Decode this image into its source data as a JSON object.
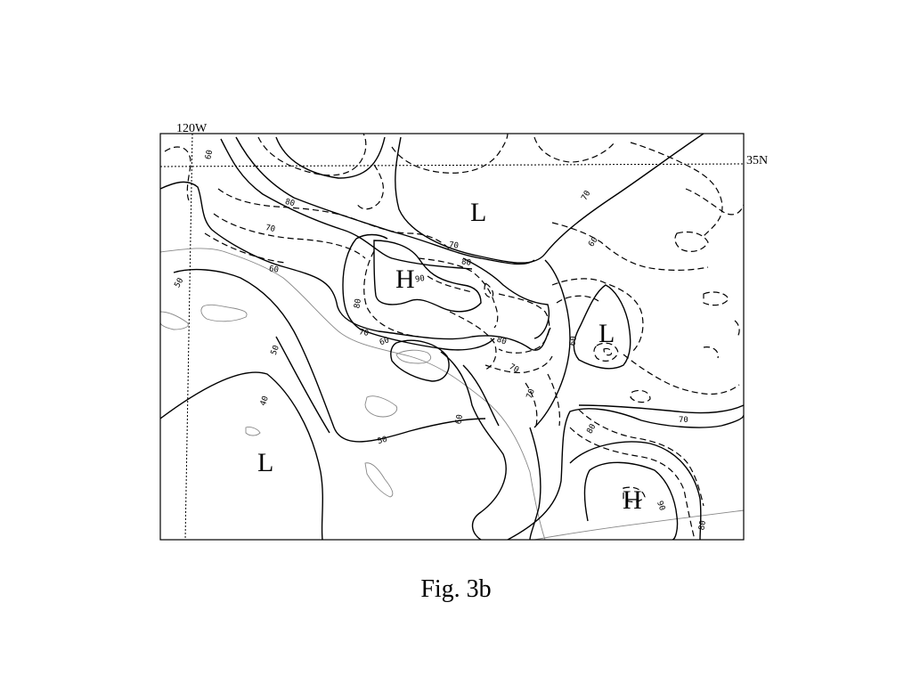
{
  "map": {
    "grid_labels": {
      "longitude": "120W",
      "latitude": "35N"
    },
    "pressure_centers": [
      {
        "symbol": "L"
      },
      {
        "symbol": "H"
      },
      {
        "symbol": "L"
      },
      {
        "symbol": "L"
      },
      {
        "symbol": "H"
      }
    ],
    "contour_labels": [
      "60",
      "80",
      "70",
      "60",
      "70",
      "80",
      "50",
      "90",
      "80",
      "70",
      "60",
      "70",
      "80",
      "50",
      "40",
      "70",
      "60",
      "70",
      "80",
      "60",
      "50",
      "70",
      "90",
      "80"
    ]
  },
  "caption": "Fig. 3b"
}
